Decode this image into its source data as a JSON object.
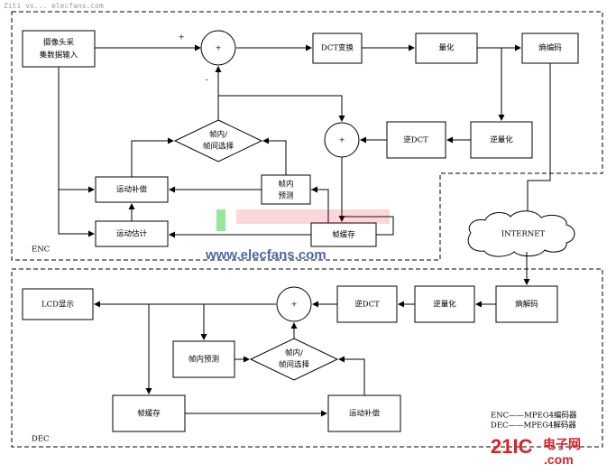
{
  "watermark_top": "Ziti vs... elecfans.com",
  "watermark_mid": "www.elecfans.com",
  "logo": {
    "text_a": "21IC",
    "text_b": "电子网",
    "text_c": ".com"
  },
  "enc_label": "ENC",
  "dec_label": "DEC",
  "legend": [
    "ENC——MPEG4编码器",
    "DEC——MPEG4解码器"
  ],
  "encoder": {
    "camera": [
      "摄像头采",
      "集数据输入"
    ],
    "dct": "DCT变换",
    "quant": "量化",
    "entropy": "熵编码",
    "iquant": "逆量化",
    "idct": "逆DCT",
    "select": [
      "帧内/",
      "帧间选择"
    ],
    "mc": "运动补偿",
    "me": "运动估计",
    "intra": [
      "帧内",
      "预测"
    ],
    "buffer": "帧缓存",
    "plus": "+",
    "minus": "-"
  },
  "internet": "INTERNET",
  "decoder": {
    "entropy_dec": "熵解码",
    "iquant": "逆量化",
    "idct": "逆DCT",
    "lcd": "LCD显示",
    "intra": "帧内预测",
    "select": [
      "帧内/",
      "帧间选择"
    ],
    "buffer": "帧缓存",
    "mc": "运动补偿",
    "plus": "+"
  }
}
